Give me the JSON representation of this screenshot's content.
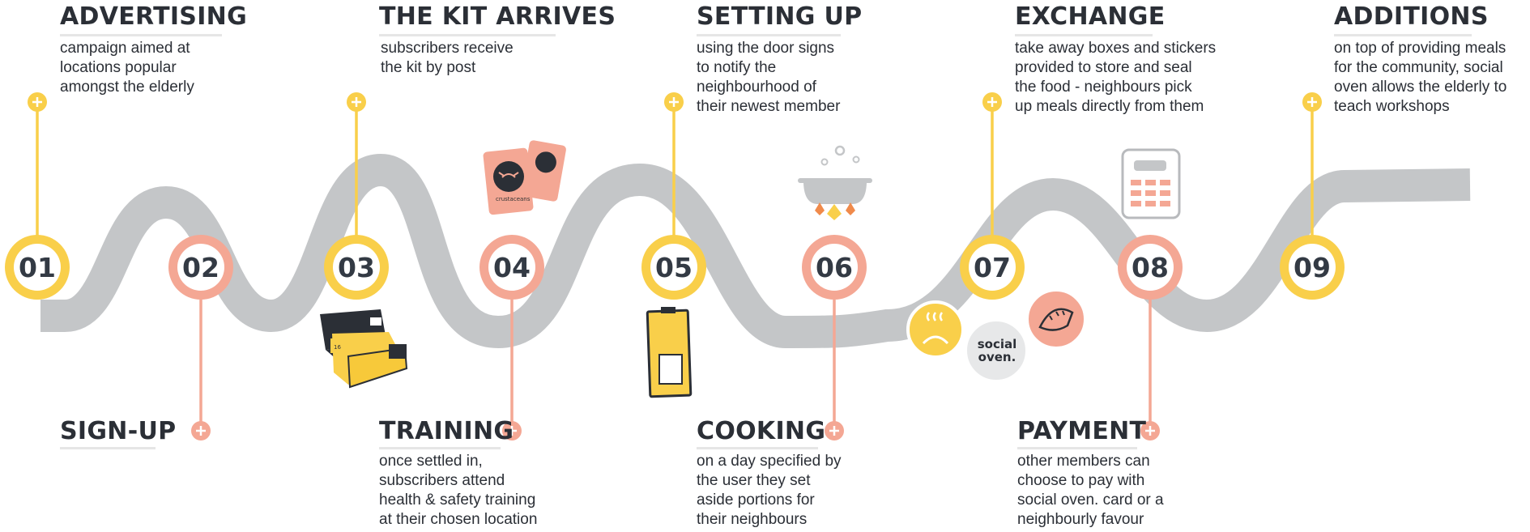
{
  "steps": [
    {
      "number": "01",
      "title": "ADVERTISING",
      "desc": [
        "campaign aimed at",
        "locations popular",
        "amongst the elderly"
      ]
    },
    {
      "number": "02",
      "title": "SIGN-UP",
      "desc": []
    },
    {
      "number": "03",
      "title": "THE KIT ARRIVES",
      "desc": [
        "subscribers receive",
        "the kit by post"
      ]
    },
    {
      "number": "04",
      "title": "TRAINING",
      "desc": [
        "once settled in,",
        "subscribers attend",
        "health & safety training",
        "at their chosen location"
      ]
    },
    {
      "number": "05",
      "title": "SETTING UP",
      "desc": [
        "using the door signs",
        "to notify the",
        "neighbourhood of",
        "their newest member"
      ]
    },
    {
      "number": "06",
      "title": "COOKING",
      "desc": [
        "on a day specified by",
        "the user they set",
        "aside portions for",
        "their neighbours"
      ]
    },
    {
      "number": "07",
      "title": "EXCHANGE",
      "desc": [
        "take away boxes and stickers",
        "provided to store and seal",
        "the food - neighbours pick",
        "up meals directly from them"
      ]
    },
    {
      "number": "08",
      "title": "PAYMENT",
      "desc": [
        "other members can",
        "choose to pay with",
        "social oven. card or a",
        "neighbourly favour"
      ]
    },
    {
      "number": "09",
      "title": "ADDITIONS",
      "desc": [
        "on top of providing meals",
        "for the community, social",
        "oven allows the elderly to",
        "teach workshops"
      ]
    }
  ],
  "brand": {
    "line1": "social",
    "line2": "oven."
  },
  "kit_box_label": "16",
  "card_label": "crustaceans",
  "colors": {
    "yellow": "#f9cf4a",
    "salmon": "#f4a794",
    "road": "#c4c6c8",
    "text": "#2b2f36",
    "divider": "#e6e6e6"
  }
}
